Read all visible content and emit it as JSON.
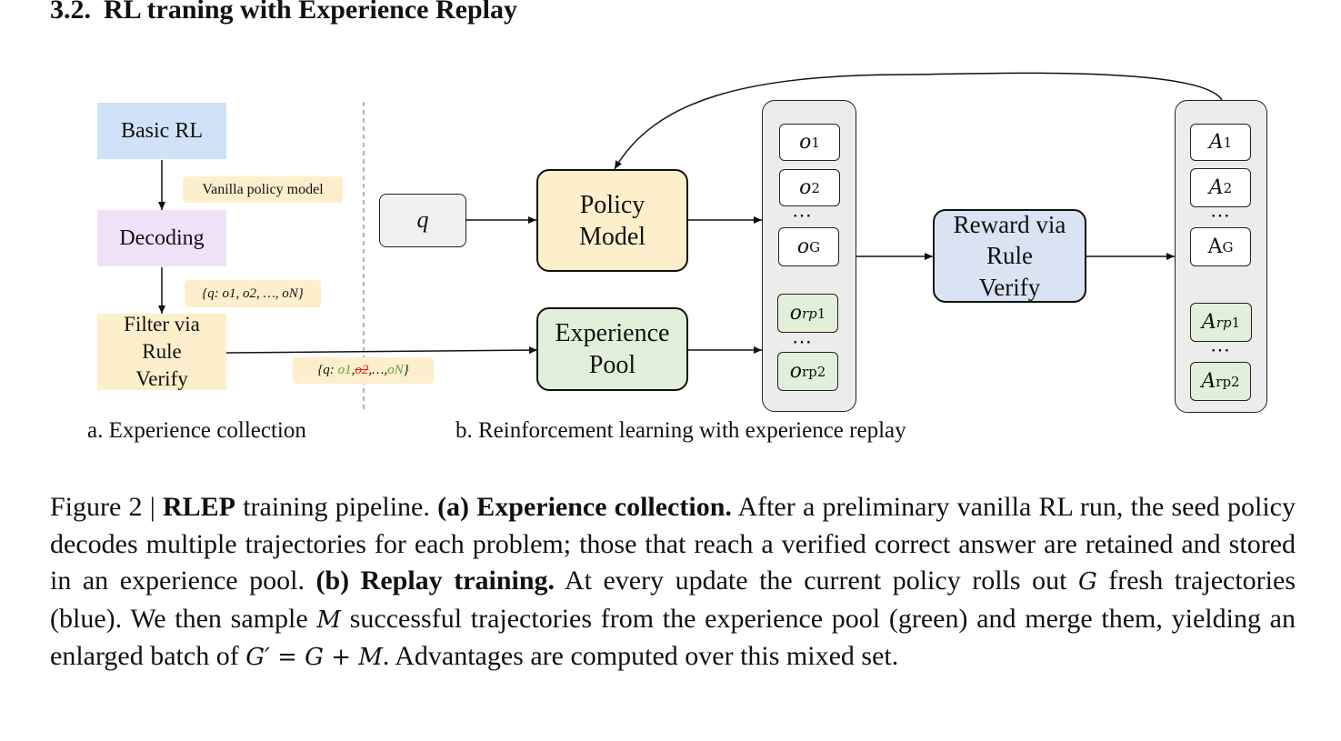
{
  "section": {
    "number": "3.2.",
    "title": "RL traning with Experience Replay"
  },
  "figure": {
    "left": {
      "basic_rl": "Basic RL",
      "vanilla_tag": "Vanilla policy model",
      "decoding": "Decoding",
      "decode_set_prefix": "{q:",
      "decode_set_items": "o1, o2, …, oN}",
      "filter_line1": "Filter via",
      "filter_line2": "Rule",
      "filter_line3": "Verify",
      "filtered_prefix": "{q:",
      "filtered_o1": "o1",
      "filtered_o2": "o2",
      "filtered_rest": ",…,",
      "filtered_oN": "oN",
      "filtered_close": "}"
    },
    "right": {
      "query": "q",
      "policy_line1": "Policy",
      "policy_line2": "Model",
      "experience_line1": "Experience",
      "experience_line2": "Pool",
      "reward_line1": "Reward via",
      "reward_line2": "Rule",
      "reward_line3": "Verify",
      "outputs": [
        "o1",
        "o2",
        "oG",
        "orp1",
        "orp2"
      ],
      "advantages": [
        "A1",
        "A2",
        "AG",
        "Arp1",
        "Arp2"
      ],
      "ellipsis": "⋯"
    },
    "captions": {
      "a": "a. Experience collection",
      "b": "b. Reinforcement learning with experience replay"
    }
  },
  "caption": {
    "label": "Figure 2 | ",
    "rlep": "RLEP",
    "t1": " training pipeline. ",
    "a_bold": "(a) Experience collection.",
    "t2": " After a preliminary vanilla RL run, the seed policy decodes multiple trajectories for each problem; those that reach a verified correct answer are retained and stored in an experience pool. ",
    "b_bold": "(b) Replay training.",
    "t3": " At every update the current policy rolls out ",
    "G": "G",
    "t4": " fresh trajectories (blue). We then sample ",
    "M": "M",
    "t5": " successful trajectories from the experience pool (green) and merge them, yielding an enlarged batch of ",
    "formula": "G′ = G + M",
    "t6": ". Advantages are computed over this mixed set."
  }
}
